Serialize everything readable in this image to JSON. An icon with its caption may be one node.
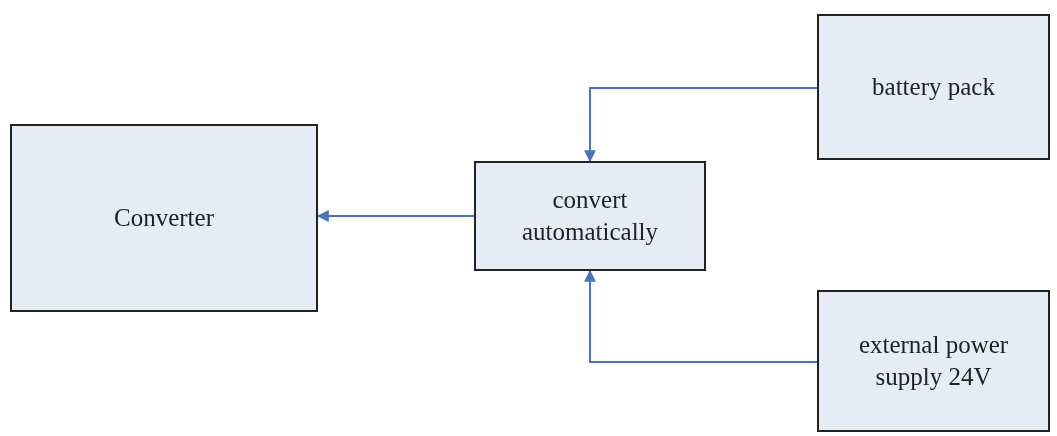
{
  "diagram": {
    "nodes": [
      {
        "text": [
          "Converter"
        ]
      },
      {
        "text": [
          "convert automatically"
        ]
      },
      {
        "text": [
          "battery pack"
        ]
      },
      {
        "text": [
          "external power supply 24V"
        ]
      }
    ],
    "edges": [
      {
        "from": 1,
        "to": 0,
        "arrow": "to"
      },
      {
        "from": 2,
        "to": 1,
        "arrow": "to"
      },
      {
        "from": 3,
        "to": 1,
        "arrow": "to"
      }
    ]
  }
}
